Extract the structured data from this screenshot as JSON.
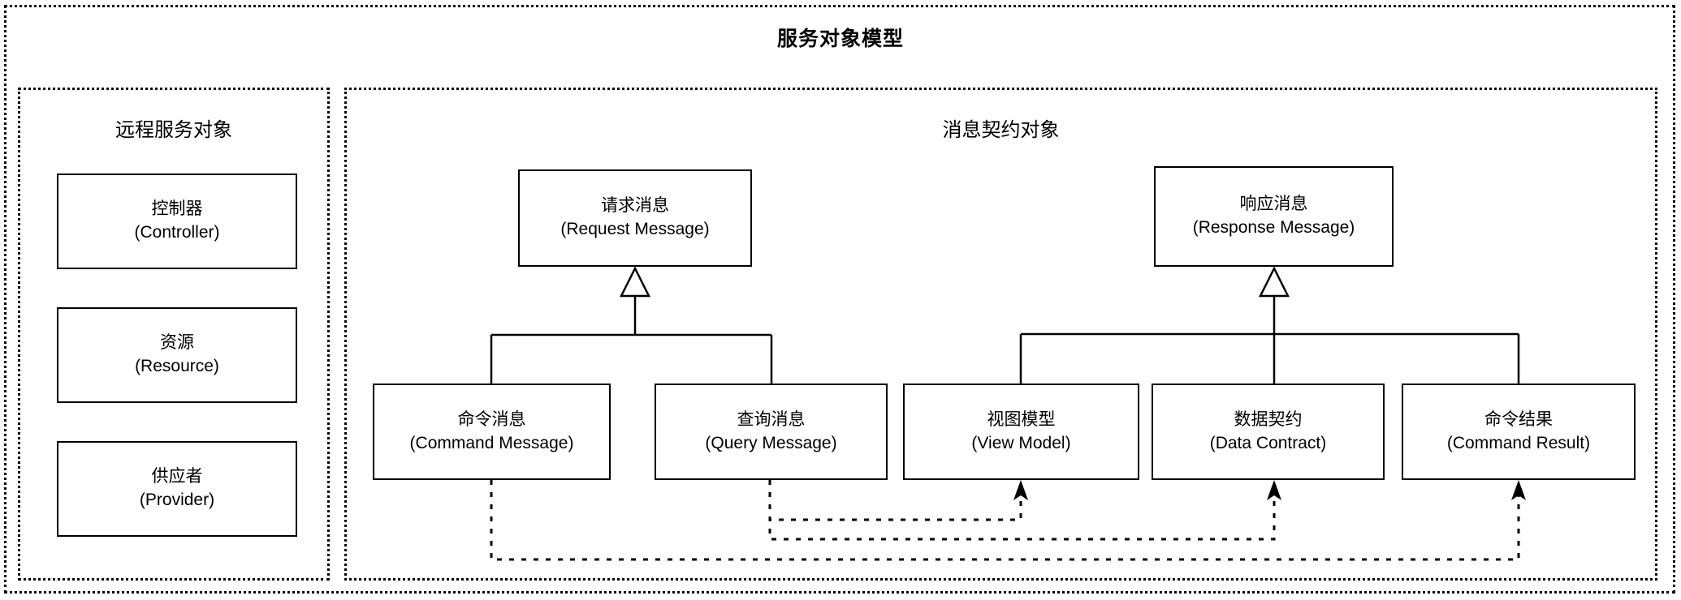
{
  "diagram": {
    "title": "服务对象模型",
    "type": "uml-class-diagram",
    "stroke_color": "#000000",
    "background_color": "#ffffff"
  },
  "panels": {
    "left": {
      "title": "远程服务对象",
      "nodes": [
        {
          "cn": "控制器",
          "en": "(Controller)"
        },
        {
          "cn": "资源",
          "en": "(Resource)"
        },
        {
          "cn": "供应者",
          "en": "(Provider)"
        }
      ]
    },
    "right": {
      "title": "消息契约对象",
      "nodes": {
        "request": {
          "cn": "请求消息",
          "en": "(Request Message)"
        },
        "response": {
          "cn": "响应消息",
          "en": "(Response Message)"
        },
        "command": {
          "cn": "命令消息",
          "en": "(Command Message)"
        },
        "query": {
          "cn": "查询消息",
          "en": "(Query Message)"
        },
        "viewmodel": {
          "cn": "视图模型",
          "en": "(View Model)"
        },
        "datactr": {
          "cn": "数据契约",
          "en": "(Data Contract)"
        },
        "cmdresult": {
          "cn": "命令结果",
          "en": "(Command Result)"
        }
      }
    }
  },
  "relations": {
    "generalizations": [
      {
        "from": "命令消息",
        "to": "请求消息"
      },
      {
        "from": "查询消息",
        "to": "请求消息"
      },
      {
        "from": "视图模型",
        "to": "响应消息"
      },
      {
        "from": "数据契约",
        "to": "响应消息"
      },
      {
        "from": "命令结果",
        "to": "响应消息"
      }
    ],
    "dependencies": [
      {
        "from": "查询消息",
        "to": "视图模型"
      },
      {
        "from": "查询消息",
        "to": "数据契约"
      },
      {
        "from": "命令消息",
        "to": "命令结果"
      }
    ]
  }
}
